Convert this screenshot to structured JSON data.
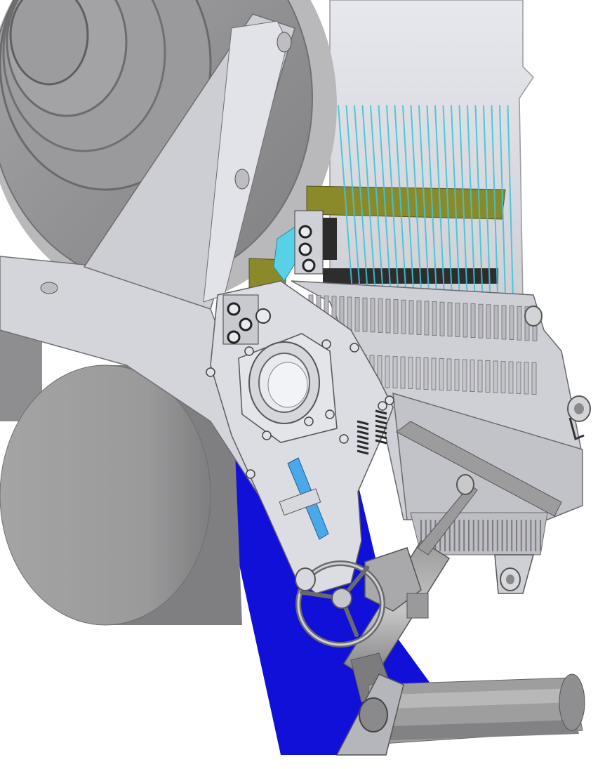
{
  "figure": {
    "kind": "mechanical-cad-render",
    "text_labels": [],
    "colors": {
      "background": "#ffffff",
      "housing_light": "#d9dade",
      "housing_mid": "#b8b9bd",
      "drum_dark": "#8f8f91",
      "roller": "#9a9a9b",
      "belt_blue": "#1010d8",
      "yarn_cyan": "#3fc4d8",
      "bar_olive": "#8a8a2a",
      "bar_dark": "#2d2d2d",
      "rod_blue": "#4aa8e8",
      "outline": "#4a4a4a"
    },
    "yarn_count": 22,
    "comb_tooth_count": 30,
    "fin_count": 26,
    "handwheel_spokes": 3
  }
}
